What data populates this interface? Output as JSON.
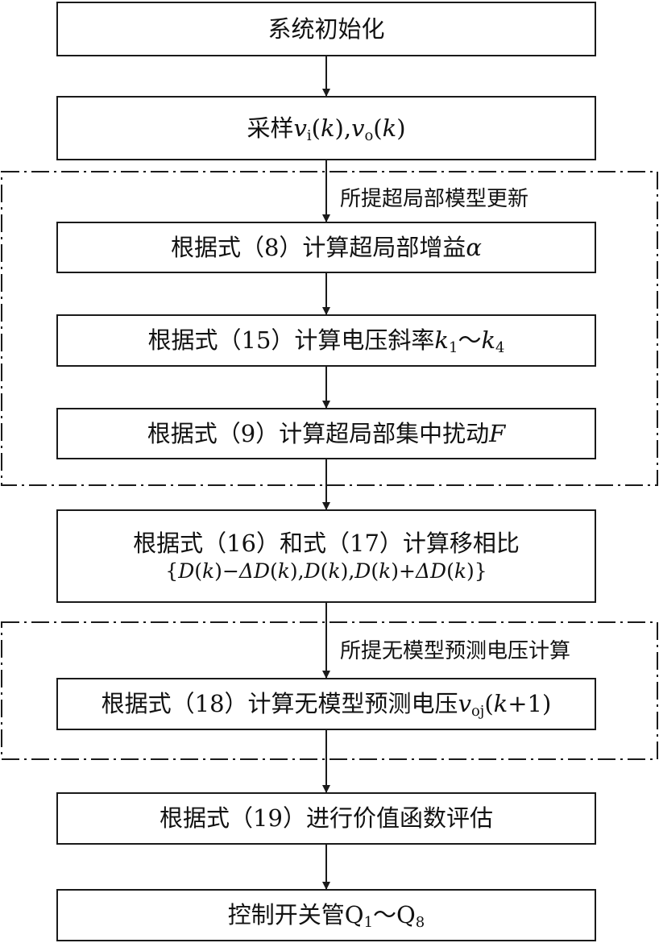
{
  "steps": {
    "init": "系统初始化",
    "sample": {
      "label": "采样",
      "v": "v",
      "sub_i": "i",
      "sub_o": "o",
      "k": "k"
    },
    "gain": {
      "label": "根据式（8）计算超局部增益",
      "symbol": "α"
    },
    "slope": {
      "label": "根据式（15）计算电压斜率",
      "k": "k",
      "s1": "1",
      "tilde": "～",
      "s4": "4"
    },
    "disturb": {
      "label": "根据式（9）计算超局部集中扰动",
      "symbol": "F"
    },
    "phase": {
      "line1": "根据式（16）和式（17）计算移相比",
      "open": "{",
      "D": "D",
      "k": "k",
      "delta": "ΔD",
      "minus": "−",
      "plus": "+",
      "close": "}"
    },
    "predict": {
      "label": "根据式（18）计算无模型预测电压",
      "v": "v",
      "sub": "oj",
      "k": "k",
      "plus_one": "+1"
    },
    "cost": "根据式（19）进行价值函数评估",
    "switch": {
      "label": "控制开关管",
      "Q": "Q",
      "s1": "1",
      "tilde": "～",
      "s8": "8"
    }
  },
  "groups": {
    "model_update": "所提超局部模型更新",
    "prediction": "所提无模型预测电压计算"
  },
  "colors": {
    "line": "#1a1a1a",
    "text": "#111111",
    "background": "#ffffff"
  }
}
